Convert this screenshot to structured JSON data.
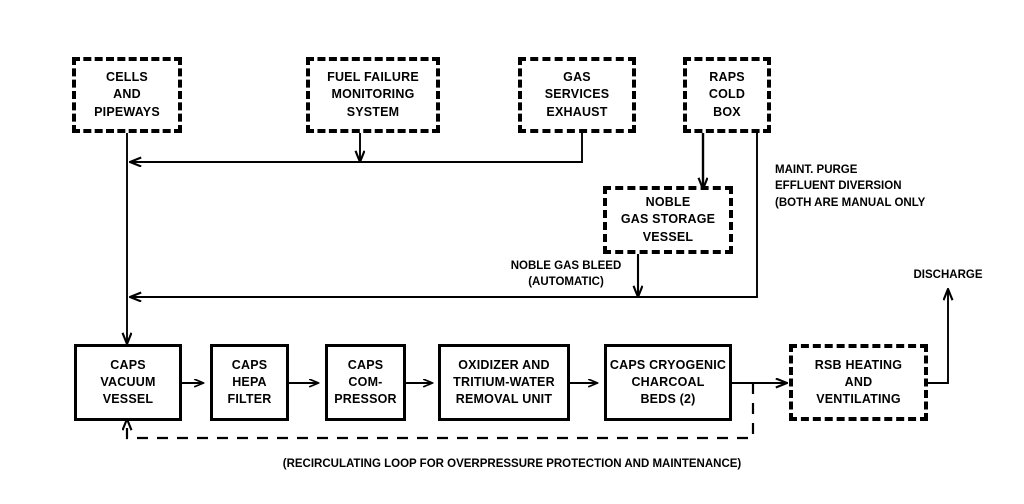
{
  "diagram": {
    "title": "CAPS Process Flow Diagram",
    "stroke_color": "#000000",
    "background_color": "#ffffff",
    "nodes": [
      {
        "id": "cells_and_pipeways",
        "style": "dashed",
        "lines": [
          "CELLS",
          "AND",
          "PIPEWAYS"
        ]
      },
      {
        "id": "fuel_failure_monitoring_system",
        "style": "dashed",
        "lines": [
          "FUEL FAILURE",
          "MONITORING",
          "SYSTEM"
        ]
      },
      {
        "id": "gas_services_exhaust",
        "style": "dashed",
        "lines": [
          "GAS",
          "SERVICES",
          "EXHAUST"
        ]
      },
      {
        "id": "raps_cold_box",
        "style": "dashed",
        "lines": [
          "RAPS",
          "COLD",
          "BOX"
        ]
      },
      {
        "id": "noble_gas_storage_vessel",
        "style": "dashed",
        "lines": [
          "NOBLE",
          "GAS STORAGE",
          "VESSEL"
        ]
      },
      {
        "id": "caps_vacuum_vessel",
        "style": "solid",
        "lines": [
          "CAPS",
          "VACUUM",
          "VESSEL"
        ]
      },
      {
        "id": "caps_hepa_filter",
        "style": "solid",
        "lines": [
          "CAPS",
          "HEPA",
          "FILTER"
        ]
      },
      {
        "id": "caps_compressor",
        "style": "solid",
        "lines": [
          "CAPS",
          "COM-",
          "PRESSOR"
        ]
      },
      {
        "id": "oxidizer_tritium_water_removal_unit",
        "style": "solid",
        "lines": [
          "OXIDIZER AND",
          "TRITIUM-WATER",
          "REMOVAL UNIT"
        ]
      },
      {
        "id": "caps_cryogenic_charcoal_beds",
        "style": "solid",
        "lines": [
          "CAPS CRYOGENIC",
          "CHARCOAL",
          "BEDS (2)"
        ]
      },
      {
        "id": "rsb_heating_and_ventilating",
        "style": "dashed",
        "lines": [
          "RSB HEATING",
          "AND",
          "VENTILATING"
        ]
      }
    ],
    "annotations": [
      {
        "id": "maint_purge_note",
        "align": "left",
        "lines": [
          "MAINT. PURGE",
          "EFFLUENT DIVERSION",
          "(BOTH ARE MANUAL ONLY"
        ]
      },
      {
        "id": "noble_gas_bleed_note",
        "align": "center",
        "lines": [
          "NOBLE GAS BLEED",
          "(AUTOMATIC)"
        ]
      },
      {
        "id": "discharge_label",
        "align": "center",
        "lines": [
          "DISCHARGE"
        ]
      },
      {
        "id": "recirculating_loop_note",
        "align": "center",
        "lines": [
          "(RECIRCULATING LOOP FOR OVERPRESSURE PROTECTION AND MAINTENANCE)"
        ]
      }
    ]
  }
}
